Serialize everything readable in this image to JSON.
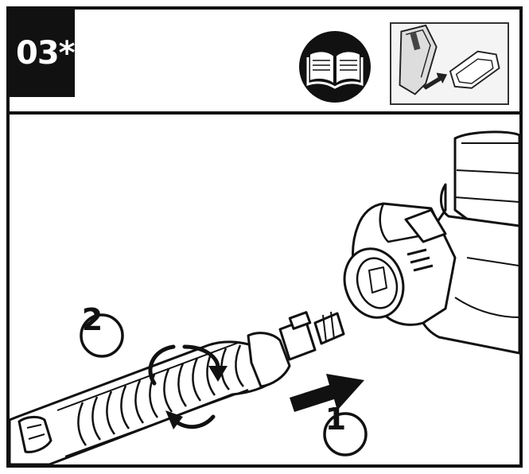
{
  "header": {
    "step_code": "03*(",
    "book_icon": "open-book-icon",
    "thumbnail_icon": "battery-insert-icon"
  },
  "steps": {
    "one": "1",
    "two": "2"
  },
  "colors": {
    "line": "#111111",
    "badge": "#111111",
    "fill": "#ffffff"
  }
}
